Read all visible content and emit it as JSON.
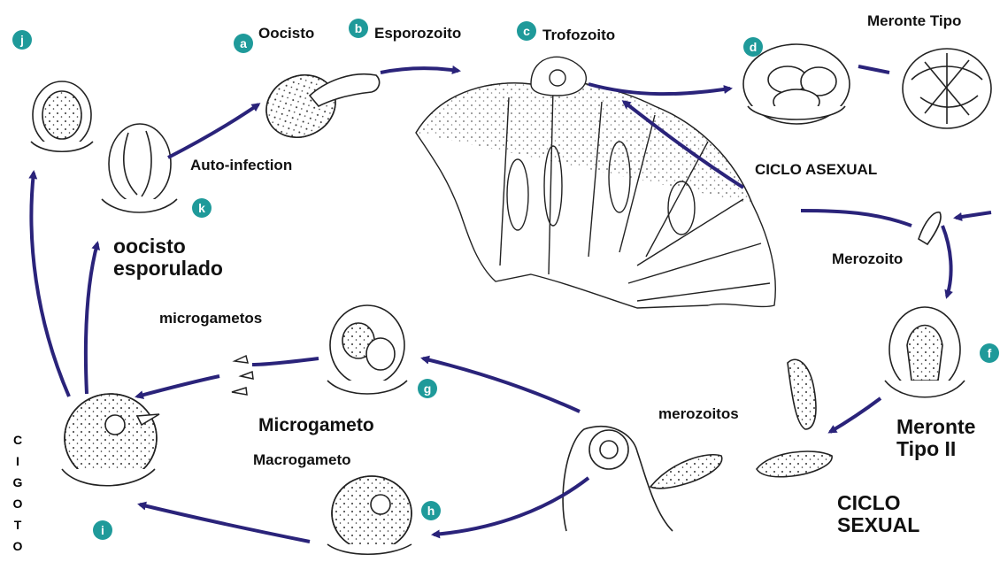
{
  "labels": {
    "oocisto": "Oocisto",
    "esporozoito": "Esporozoito",
    "trofozoito": "Trofozoito",
    "meronte_tipo": "Meronte Tipo",
    "auto_infection": "Auto-infection",
    "ciclo_asexual": "CICLO ASEXUAL",
    "merozoito": "Merozoito",
    "oocisto_esporulado": "oocisto\nesporulado",
    "microgametos": "microgametos",
    "microgameto": "Microgameto",
    "macrogameto": "Macrogameto",
    "merozoitos": "merozoitos",
    "meronte_tipo_ii": "Meronte\nTipo II",
    "ciclo_sexual": "CICLO\nSEXUAL",
    "cigoto": [
      "C",
      "I",
      "G",
      "O",
      "T",
      "O"
    ]
  },
  "badges": {
    "a": "a",
    "b": "b",
    "c": "c",
    "d": "d",
    "f": "f",
    "g": "g",
    "h": "h",
    "i": "i",
    "j": "j",
    "k": "k"
  },
  "colors": {
    "arrow": "#2a237a",
    "badge": "#1f9a9a",
    "ink": "#222222"
  }
}
